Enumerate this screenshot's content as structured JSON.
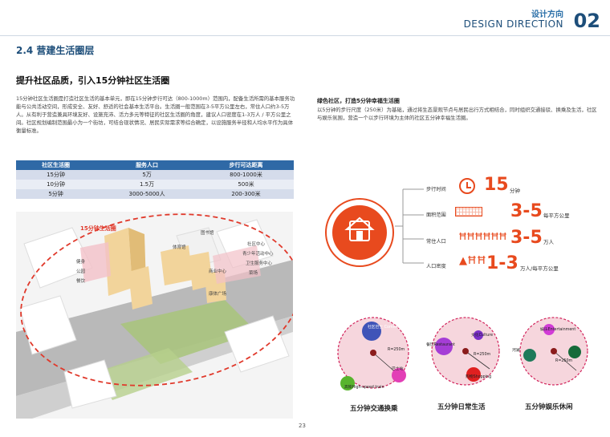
{
  "header": {
    "cn": "设计方向",
    "en": "DESIGN DIRECTION",
    "num": "02"
  },
  "section_title": "2.4 营建生活圈层",
  "subheading": "提升社区品质，引入15分钟社区生活圈",
  "left_paragraph": "15分钟社区生活圈是打造社区生活的基本单元，即在15分钟步行可达（800-1000m）范围内，配备生活所需的基本服务功能与公共活动空间，形成安全、友好、舒适的社会基本生活平台。生活圈一般范围在3-5平方公里左右，常住人口约3-5万人。从有利于营造兼具环境友好、设施充沛、活力多元等特征的社区生活圈的角度，建议人口密度在1-3万人 / 平方公里之间。社区规划编制范围最小为一个街坊，可结合现状情况、居民实际需求等综合确定，以设施服务半径和人均水平作为具体衡量标准。",
  "right_title": "绿色社区，打造5分钟幸福生活圈",
  "right_paragraph": "以5分钟的步行尺度（250米）为基础，通过将生态景观节点与居民出行方式相结合，同时组织交通接驳、换乘及生活，社区与娱乐氛围，营造一个以步行环境为主体的社区五分钟幸福生活圈。",
  "table": {
    "headers": [
      "社区生活圈",
      "服务人口",
      "步行可达距离"
    ],
    "rows": [
      [
        "15分钟",
        "5万",
        "800-1000米"
      ],
      [
        "10分钟",
        "1.5万",
        "500米"
      ],
      [
        "5分钟",
        "3000-5000人",
        "200-300米"
      ]
    ]
  },
  "plan": {
    "circle_label": "15分钟生活圈",
    "labels": [
      "图书馆",
      "社区中心",
      "青少年活动中心",
      "卫生服务中心",
      "菜场",
      "健身",
      "公园",
      "餐饮",
      "商业中心",
      "康体广场",
      "体育馆"
    ]
  },
  "stats": [
    {
      "label": "步行时间",
      "value": "15",
      "unit": "分钟",
      "icon": "clock-icon"
    },
    {
      "label": "面积范围",
      "value": "3-5",
      "unit": "每平方公里",
      "icon": "area-grid-icon"
    },
    {
      "label": "常住人口",
      "value": "3-5",
      "unit": "万人",
      "icon": "people-icon"
    },
    {
      "label": "人口密度",
      "value": "1-3",
      "unit": "万人/每平方公里",
      "icon": "density-icon"
    }
  ],
  "circles": [
    {
      "title": "五分钟交通换乘",
      "dots": [
        "社区巴士 Community Bus",
        "巴士站",
        "高铁High-speed train",
        "R=250m"
      ]
    },
    {
      "title": "五分钟日常生活",
      "dots": [
        "餐饮Restaurant",
        "文化Culture",
        "购物Shopping",
        "R=250m"
      ]
    },
    {
      "title": "五分钟娱乐休闲",
      "dots": [
        "娱乐Entertainment",
        "河湖",
        "R=250m"
      ]
    }
  ],
  "page_number": "23",
  "colors": {
    "accent": "#e84a1e",
    "navy": "#1d4e7a",
    "table_header": "#2f69a6",
    "pink": "#e8869a"
  }
}
